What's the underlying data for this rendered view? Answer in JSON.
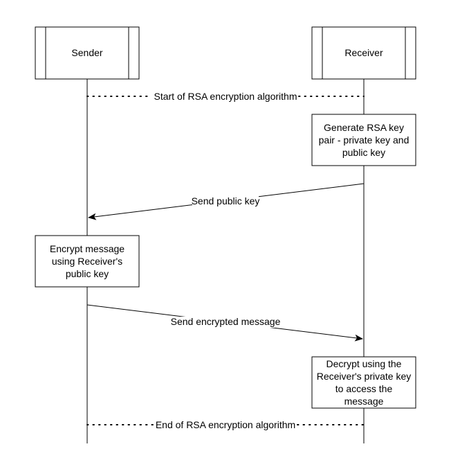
{
  "participants": {
    "sender": "Sender",
    "receiver": "Receiver"
  },
  "notes": {
    "start": "Start of RSA encryption algorithm",
    "end": "End of RSA encryption algorithm"
  },
  "activities": {
    "generate_keys": "Generate RSA key pair - private key and public key",
    "encrypt": "Encrypt message using Receiver's public key",
    "decrypt": "Decrypt using the Receiver's private key to access the message"
  },
  "messages": {
    "send_public_key": "Send public key",
    "send_encrypted": "Send encrypted message"
  },
  "colors": {
    "stroke": "#000000",
    "background": "#ffffff"
  }
}
